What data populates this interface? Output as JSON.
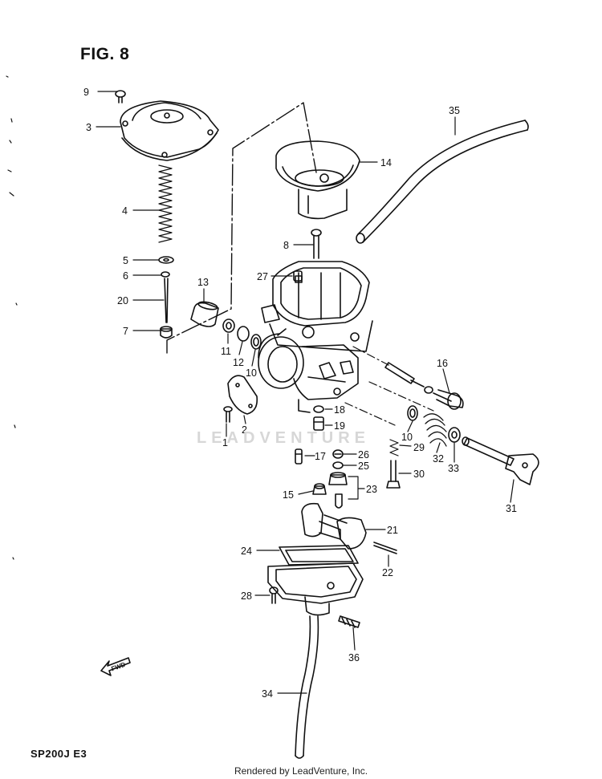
{
  "figure": {
    "title": "FIG. 8",
    "model_code": "SP200J  E3",
    "footer": "Rendered by LeadVenture, Inc.",
    "watermark": "LEADVENTURE",
    "fwd_label": "FWD"
  },
  "callouts": [
    {
      "id": "9",
      "label": "9"
    },
    {
      "id": "3",
      "label": "3"
    },
    {
      "id": "4",
      "label": "4"
    },
    {
      "id": "5",
      "label": "5"
    },
    {
      "id": "6",
      "label": "6"
    },
    {
      "id": "20",
      "label": "20"
    },
    {
      "id": "7",
      "label": "7"
    },
    {
      "id": "13",
      "label": "13"
    },
    {
      "id": "14",
      "label": "14"
    },
    {
      "id": "35",
      "label": "35"
    },
    {
      "id": "8",
      "label": "8"
    },
    {
      "id": "27",
      "label": "27"
    },
    {
      "id": "11",
      "label": "11"
    },
    {
      "id": "12",
      "label": "12"
    },
    {
      "id": "10a",
      "label": "10"
    },
    {
      "id": "16",
      "label": "16"
    },
    {
      "id": "1",
      "label": "1"
    },
    {
      "id": "2",
      "label": "2"
    },
    {
      "id": "18",
      "label": "18"
    },
    {
      "id": "19",
      "label": "19"
    },
    {
      "id": "10b",
      "label": "10"
    },
    {
      "id": "29",
      "label": "29"
    },
    {
      "id": "32",
      "label": "32"
    },
    {
      "id": "33",
      "label": "33"
    },
    {
      "id": "17",
      "label": "17"
    },
    {
      "id": "26",
      "label": "26"
    },
    {
      "id": "25",
      "label": "25"
    },
    {
      "id": "30",
      "label": "30"
    },
    {
      "id": "23",
      "label": "23"
    },
    {
      "id": "15",
      "label": "15"
    },
    {
      "id": "31",
      "label": "31"
    },
    {
      "id": "21",
      "label": "21"
    },
    {
      "id": "24",
      "label": "24"
    },
    {
      "id": "22",
      "label": "22"
    },
    {
      "id": "28",
      "label": "28"
    },
    {
      "id": "36",
      "label": "36"
    },
    {
      "id": "34",
      "label": "34"
    }
  ]
}
